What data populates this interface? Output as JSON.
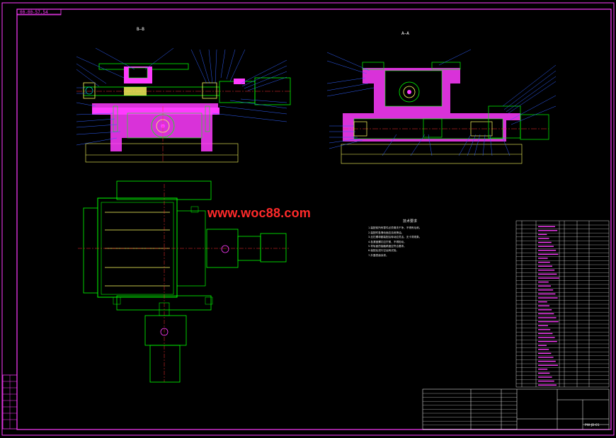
{
  "drawing": {
    "top_tag": "00-00-57.54",
    "section_label_left": "B—B",
    "section_label_right": "A—A",
    "watermark": "www.woc88.com",
    "tech_notes_title": "技术要求",
    "tech_notes": [
      "1.装配前所有零件必须清洗干净，不得有毛刺。",
      "2.装配时各滑动面应涂润滑油。",
      "3.丝杠螺母副装配后转动应灵活，无卡滞现象。",
      "4.各紧固螺钉应拧紧，不得松动。",
      "5.导轨面的接触精度应符合要求。",
      "6.装配后进行空运转试验。",
      "7.外露表面涂漆。"
    ],
    "drawing_number": "PW-JB-01",
    "colors": {
      "background": "#000000",
      "frame": "#ff3bff",
      "part_outline": "#00ff00",
      "leader": "#3060ff",
      "section_fill": "#ff3bff",
      "centerline": "#ff3030",
      "dimension": "#ffff60",
      "table_line": "#ffffff"
    }
  }
}
